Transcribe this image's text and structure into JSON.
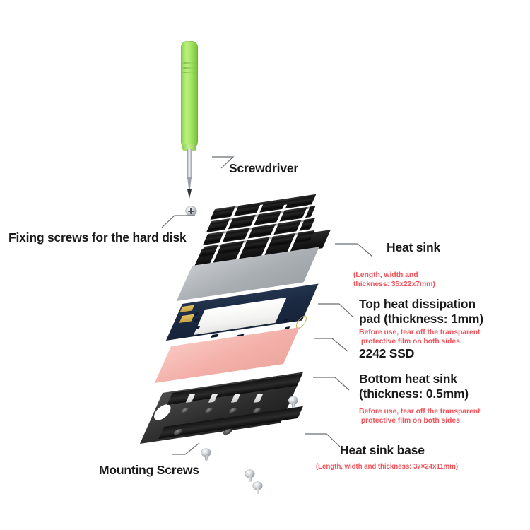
{
  "diagram": {
    "title": "M.2 2242 SSD heat sink exploded assembly diagram",
    "background_color": "#ffffff",
    "note_color": "#f4545c",
    "label_color": "#1a1a1a"
  },
  "labels": {
    "screwdriver": "Screwdriver",
    "fixing_screws": "Fixing screws for the hard disk",
    "heat_sink": "Heat sink",
    "heat_sink_note": "(Length, width and\nthickness: 35x22x7mm)",
    "top_pad_line1": "Top heat dissipation",
    "top_pad_line2": "pad (thickness: 1mm)",
    "top_pad_note": "Before use, tear off the transparent\n protective film on both sides",
    "ssd": "2242 SSD",
    "bottom_pad_line1": "Bottom heat sink",
    "bottom_pad_line2": "(thickness: 0.5mm)",
    "bottom_pad_note": "Before use, tear off the transparent\n protective film on both sides",
    "heat_sink_base": "Heat sink base",
    "heat_sink_base_note": "(Length, width and thickness: 37×24x11mm)",
    "mounting_screws": "Mounting Screws"
  },
  "parts": [
    {
      "id": "screwdriver",
      "name": "Screwdriver",
      "color": "#9ee05f",
      "callout": "Screwdriver"
    },
    {
      "id": "fixing-screw",
      "name": "Fixing screw for hard disk",
      "color": "#c8ccd1",
      "callout": "Fixing screws for the hard disk"
    },
    {
      "id": "heat-sink",
      "name": "Finned heat sink",
      "color": "#121212",
      "callout": "Heat sink"
    },
    {
      "id": "top-pad",
      "name": "Top thermal pad",
      "color": "#b3b8bd",
      "callout": "Top heat dissipation pad (thickness: 1mm)"
    },
    {
      "id": "ssd",
      "name": "M.2 2242 SSD",
      "color": "#1b2a42",
      "callout": "2242 SSD"
    },
    {
      "id": "bottom-pad",
      "name": "Bottom thermal pad",
      "color": "#f5b5b0",
      "callout": "Bottom heat sink (thickness: 0.5mm)"
    },
    {
      "id": "heat-sink-base",
      "name": "Heat sink base bracket",
      "color": "#2b2b2b",
      "callout": "Heat sink base"
    },
    {
      "id": "mounting-screws",
      "name": "Mounting screws",
      "color": "#c8ccd1",
      "callout": "Mounting Screws"
    }
  ]
}
